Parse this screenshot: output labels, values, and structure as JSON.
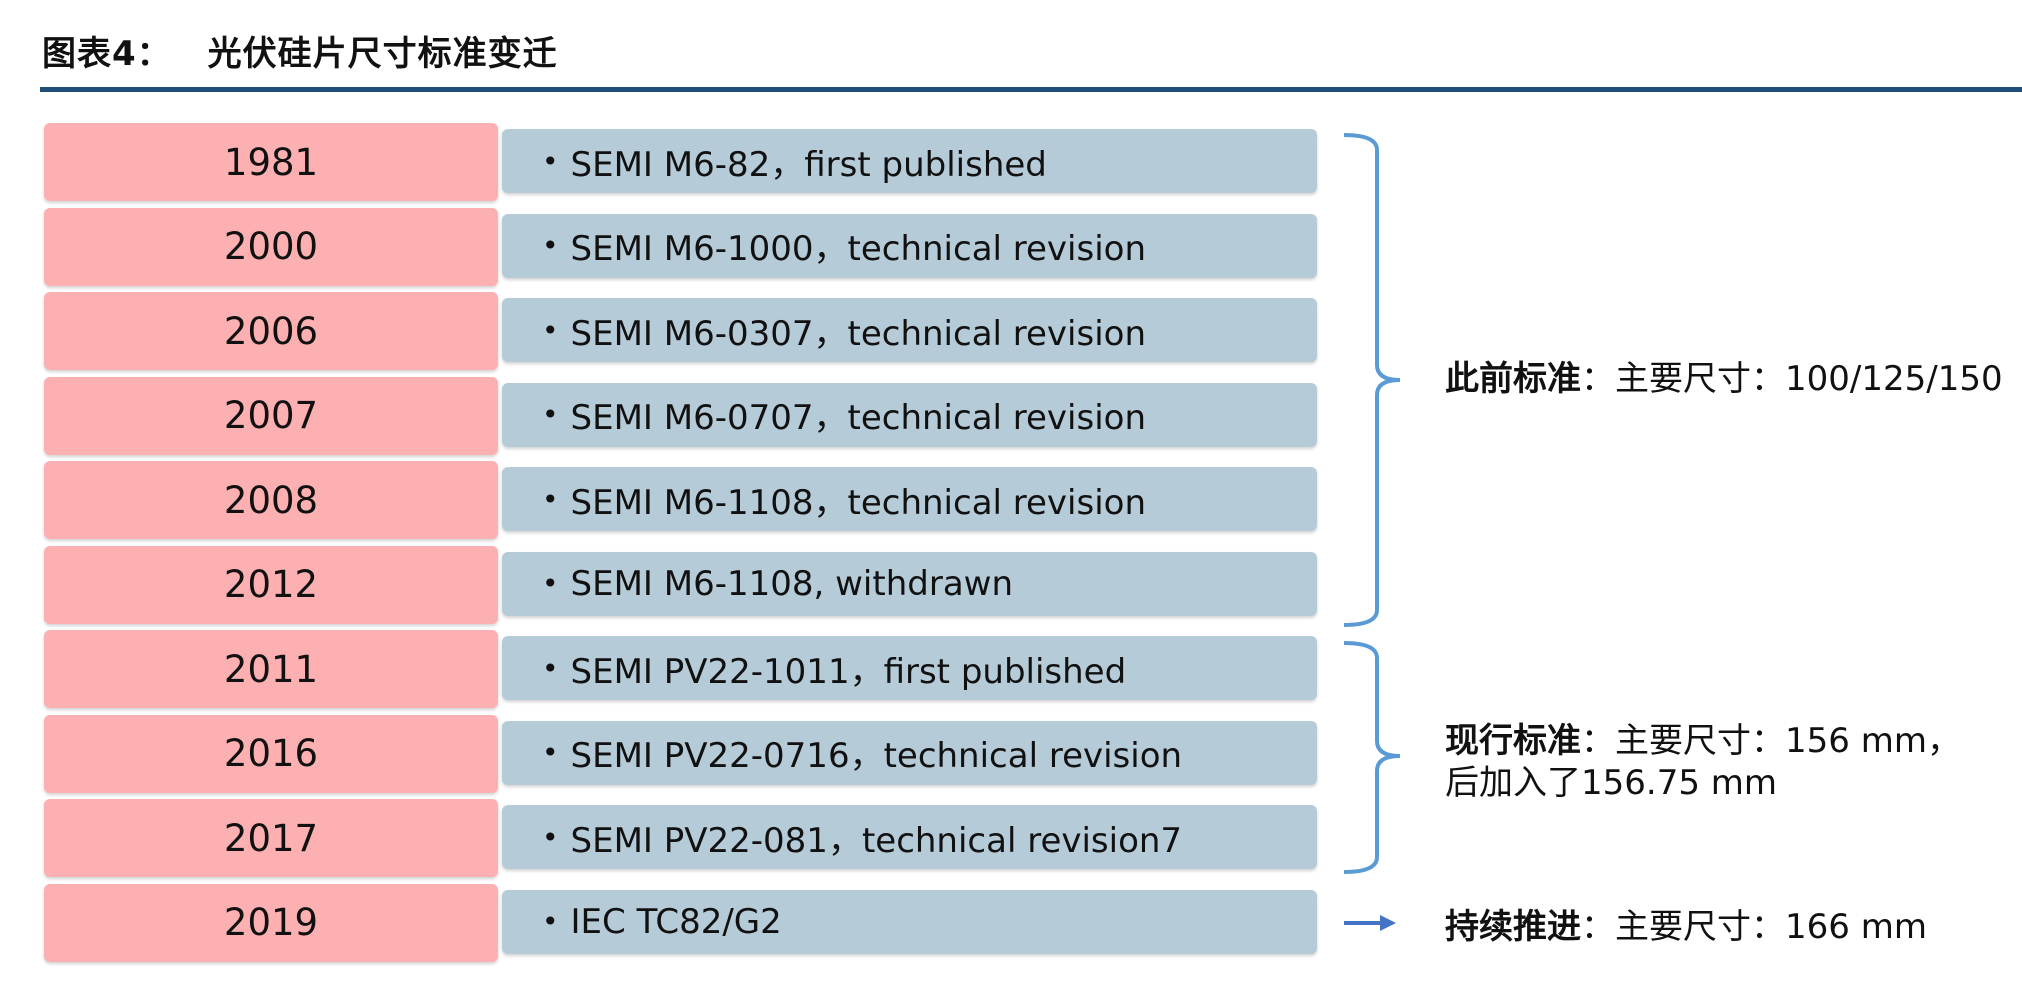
{
  "title": {
    "prefix": "图表4：",
    "text": "光伏硅片尺寸标准变迁"
  },
  "rows": [
    {
      "year": "1981",
      "text": "SEMI M6-82，first published"
    },
    {
      "year": "2000",
      "text": "SEMI M6-1000，technical revision"
    },
    {
      "year": "2006",
      "text": "SEMI M6-0307，technical revision"
    },
    {
      "year": "2007",
      "text": "SEMI M6-0707，technical revision"
    },
    {
      "year": "2008",
      "text": "SEMI M6-1108，technical revision"
    },
    {
      "year": "2012",
      "text": "SEMI M6-1108, withdrawn"
    },
    {
      "year": "2011",
      "text": "SEMI PV22-1011，first published"
    },
    {
      "year": "2016",
      "text": "SEMI PV22-0716，technical revision"
    },
    {
      "year": "2017",
      "text": "SEMI PV22-081，technical revision7"
    },
    {
      "year": "2019",
      "text": "IEC TC82/G2"
    }
  ],
  "bullet": "•",
  "notes": {
    "previous": {
      "label": "此前标准",
      "text": "：主要尺寸：100/125/150"
    },
    "current": {
      "label": "现行标准",
      "text": "：主要尺寸：156 mm，",
      "line2": "后加入了156.75 mm"
    },
    "ongoing": {
      "label": "持续推进",
      "text": "：主要尺寸：166 mm"
    }
  },
  "colors": {
    "year_fill": "#fdb0b2",
    "desc_fill": "#b6cbd8",
    "bracket": "#5b9bd5",
    "arrow": "#4472c4",
    "rule": "#1f4e79"
  }
}
